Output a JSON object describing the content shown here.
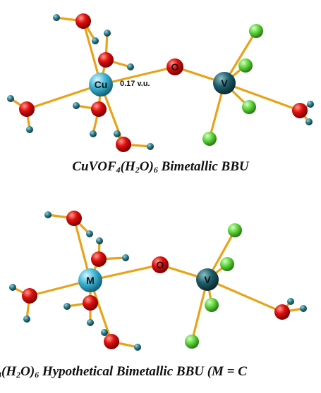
{
  "top": {
    "labels": {
      "cu": "Cu",
      "o": "O",
      "v": "V",
      "bond_valence": "0.17 v.u."
    },
    "caption": {
      "main": "CuVOF",
      "sub1": "4",
      "mid": "(H",
      "sub2": "2",
      "mid2": "O)",
      "sub3": "6",
      "tail": " Bimetallic BBU"
    }
  },
  "bottom": {
    "labels": {
      "m": "M",
      "o": "O",
      "v": "V"
    },
    "caption": {
      "lead_sub": "4",
      "mid": "(H",
      "sub2": "2",
      "mid2": "O)",
      "sub3": "6",
      "tail": " Hypothetical Bimetallic BBU (M = C"
    }
  },
  "colors": {
    "bond": "#e8a317",
    "oxygen": "#e01010",
    "hydrogen": "#2a7d8c",
    "fluorine": "#5ed43a",
    "vanadium": "#1f5f6a",
    "copper": "#3fb6d6",
    "metal_m": "#3fb6d6"
  }
}
